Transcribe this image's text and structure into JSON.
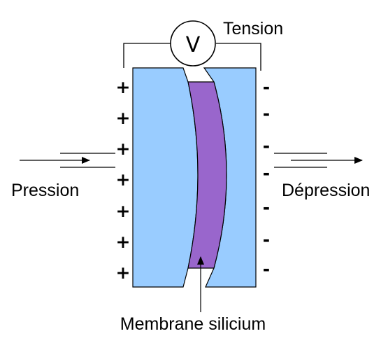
{
  "labels": {
    "tension": "Tension",
    "voltmeter": "V",
    "pression": "Pression",
    "depression": "Dépression",
    "membrane": "Membrane silicium"
  },
  "left_signs": [
    "+",
    "+",
    "+",
    "+",
    "+",
    "+",
    "+"
  ],
  "right_signs": [
    "-",
    "-",
    "-",
    "-",
    "-",
    "-",
    "-"
  ],
  "colors": {
    "plate": "#99ccff",
    "membrane": "#9966cc",
    "line": "#000000"
  }
}
